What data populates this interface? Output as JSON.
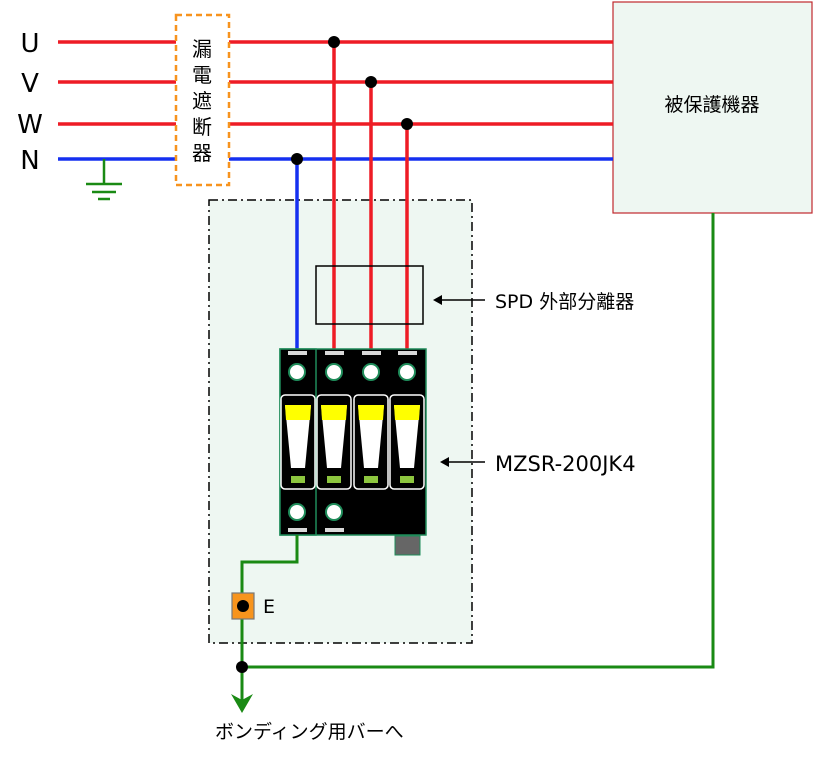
{
  "phases": {
    "u": "U",
    "v": "V",
    "w": "W",
    "n": "N"
  },
  "breaker": {
    "chars": [
      "漏",
      "電",
      "遮",
      "断",
      "器"
    ]
  },
  "device": {
    "label": "被保護機器"
  },
  "spd_separator": {
    "label": "SPD 外部分離器"
  },
  "spd": {
    "label": "MZSR-200JK4"
  },
  "earth_terminal": {
    "label": "E"
  },
  "bonding": {
    "label": "ボンディング用バーへ"
  },
  "colors": {
    "phase": "#ee1c25",
    "neutral": "#1530f0",
    "earth": "#1a8a14",
    "breaker_border": "#f7931e",
    "panel_fill": "#eef7f2",
    "device_border": "#c0282d",
    "device_label": "#e81e24",
    "spd_body": "#000000",
    "spd_accent": "#1f8c5a",
    "indicator_yellow": "#ffff00",
    "indicator_green": "#8dc63f",
    "terminal_orange": "#f7941d"
  }
}
